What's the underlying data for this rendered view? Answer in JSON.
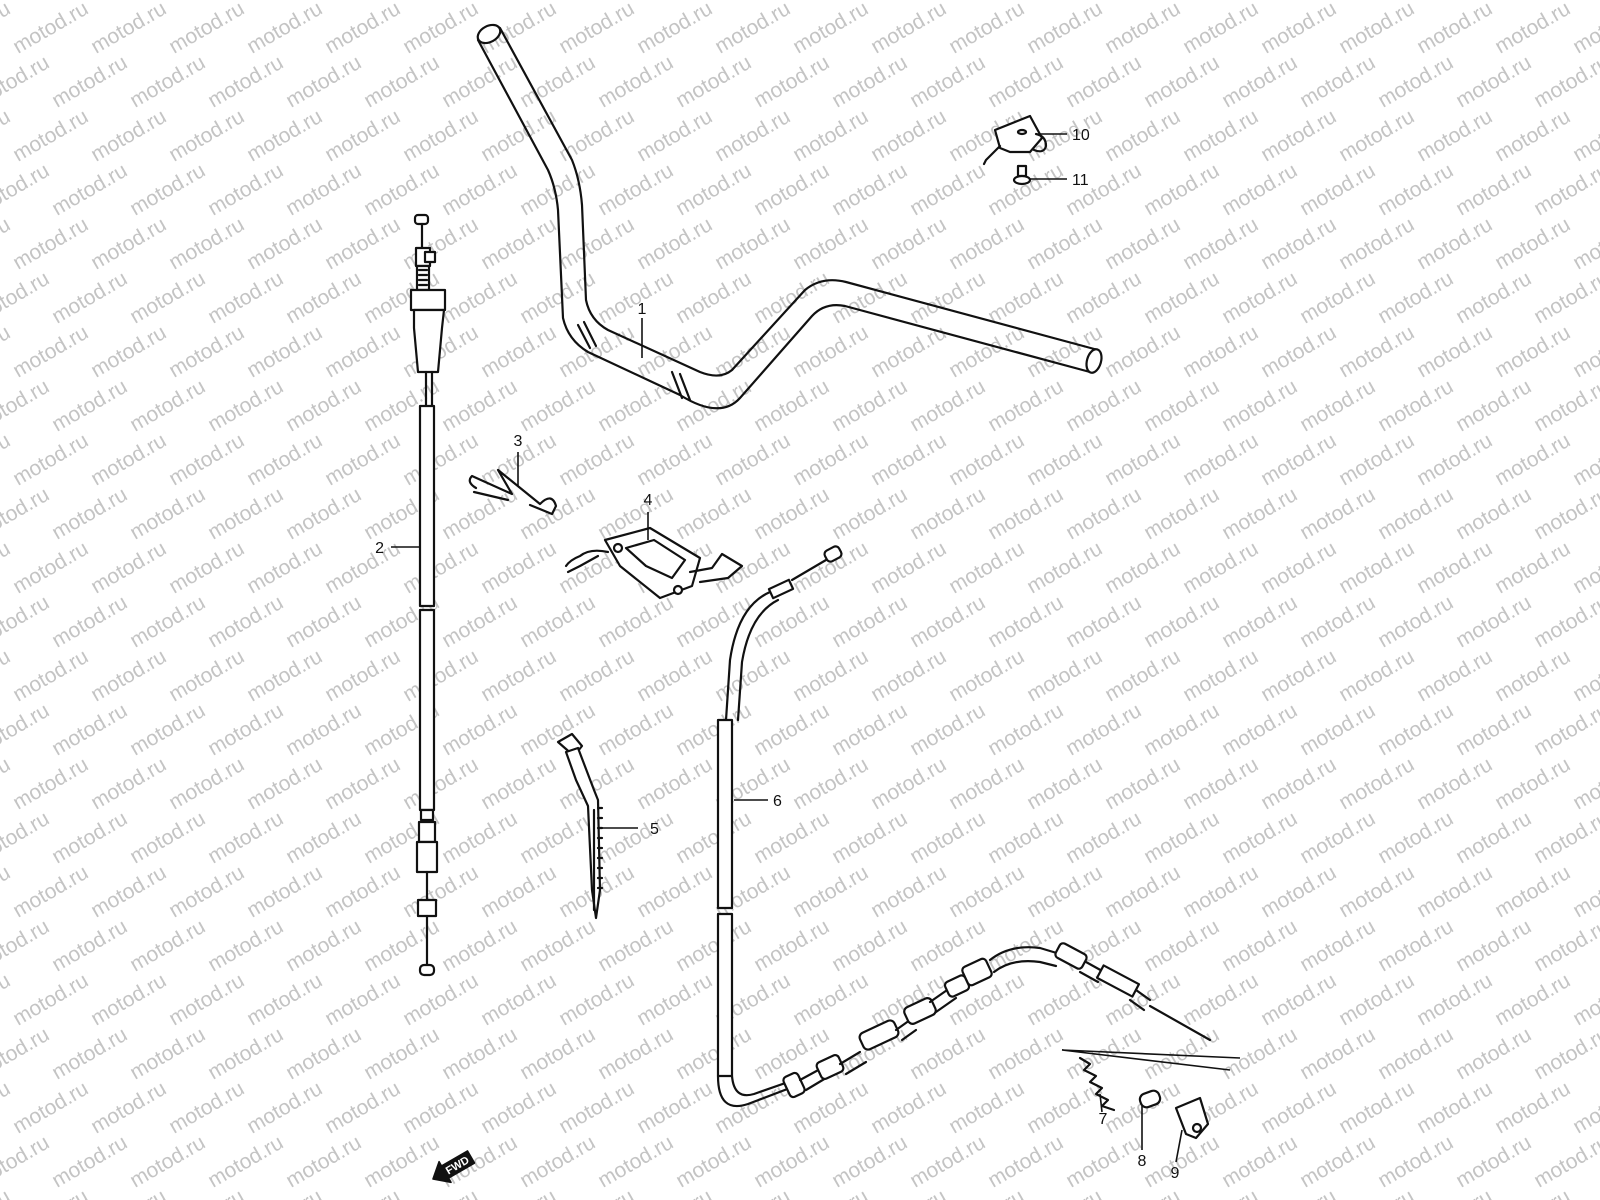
{
  "watermark": {
    "text": "motod.ru",
    "color": "#c4c4c4"
  },
  "diagram": {
    "line_color": "#111111",
    "background": "#ffffff",
    "direction_arrow": {
      "label": "FWD"
    },
    "callouts": [
      {
        "number": "1",
        "part": "handlebar"
      },
      {
        "number": "2",
        "part": "throttle-cable"
      },
      {
        "number": "3",
        "part": "wire-clip"
      },
      {
        "number": "4",
        "part": "cable-guide-bracket"
      },
      {
        "number": "5",
        "part": "cable-tie"
      },
      {
        "number": "6",
        "part": "brake-cable"
      },
      {
        "number": "7",
        "part": "spring"
      },
      {
        "number": "8",
        "part": "pin"
      },
      {
        "number": "9",
        "part": "joint"
      },
      {
        "number": "10",
        "part": "clamp"
      },
      {
        "number": "11",
        "part": "bolt"
      }
    ]
  }
}
